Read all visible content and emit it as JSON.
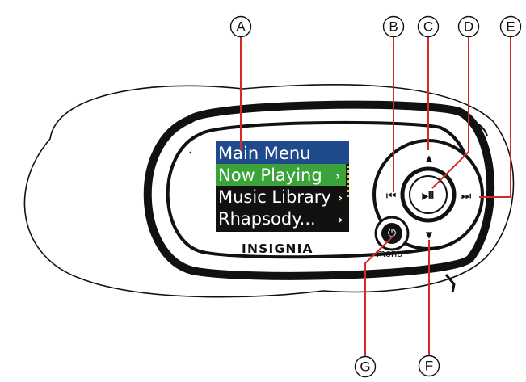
{
  "screen": {
    "title": "Main Menu",
    "items": [
      {
        "label": "Now Playing",
        "selected": true,
        "arrow": "›"
      },
      {
        "label": "Music Library",
        "selected": false,
        "arrow": "›"
      },
      {
        "label": "Rhapsody...",
        "selected": false,
        "arrow": "›"
      }
    ]
  },
  "brand": "INSIGNIA",
  "buttons": {
    "menu_label": "menu",
    "up_glyph": "▲",
    "down_glyph": "▼",
    "prev_glyph": "⏮",
    "next_glyph": "⏭",
    "play_pause_glyph": "⏯",
    "power_glyph": "⏻"
  },
  "callouts": [
    "A",
    "B",
    "C",
    "D",
    "E",
    "F",
    "G"
  ],
  "colors": {
    "title_bar": "#1f4a8c",
    "selected_row": "#3aa33a",
    "screen_bg": "#111111",
    "scroll_indicator": "#d8c53a"
  }
}
